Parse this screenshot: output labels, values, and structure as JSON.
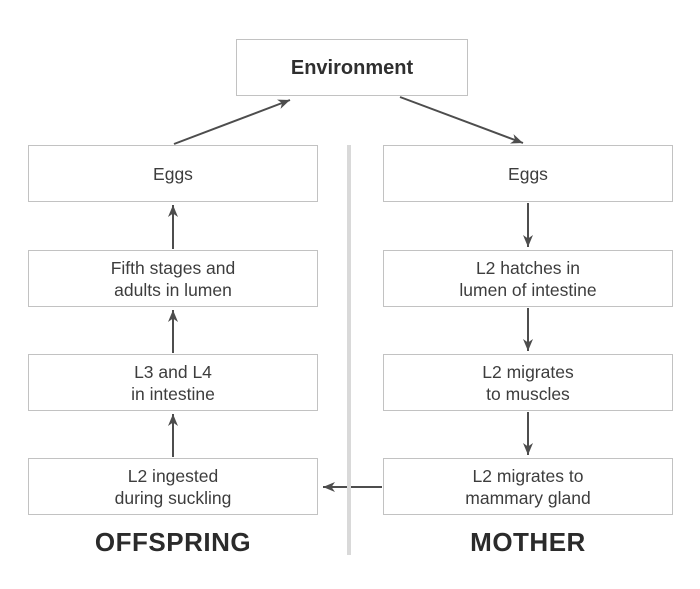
{
  "colors": {
    "background": "#ffffff",
    "box_border": "#c2c2c2",
    "box_fill": "#ffffff",
    "box_text": "#3d3d3d",
    "arrow": "#4d4d4d",
    "divider": "#d9d9d9",
    "heading_text": "#2b2b2b"
  },
  "environment_box": {
    "label": "Environment"
  },
  "offspring": {
    "heading": "OFFSPRING",
    "boxes": [
      {
        "id": "eggs",
        "label": "Eggs"
      },
      {
        "id": "fifth-stages",
        "label": "Fifth stages and\nadults in lumen"
      },
      {
        "id": "l3-l4",
        "label": "L3 and L4\nin intestine"
      },
      {
        "id": "l2-ingested",
        "label": "L2 ingested\nduring suckling"
      }
    ]
  },
  "mother": {
    "heading": "MOTHER",
    "boxes": [
      {
        "id": "eggs",
        "label": "Eggs"
      },
      {
        "id": "l2-hatches",
        "label": "L2 hatches in\nlumen of intestine"
      },
      {
        "id": "l2-muscles",
        "label": "L2 migrates\nto muscles"
      },
      {
        "id": "l2-mammary",
        "label": "L2 migrates to\nmammary gland"
      }
    ]
  },
  "edges": [
    {
      "from": "offspring-eggs",
      "to": "environment"
    },
    {
      "from": "environment",
      "to": "mother-eggs"
    },
    {
      "from": "mother-eggs",
      "to": "l2-hatches"
    },
    {
      "from": "l2-hatches",
      "to": "l2-muscles"
    },
    {
      "from": "l2-muscles",
      "to": "l2-mammary"
    },
    {
      "from": "l2-mammary",
      "to": "l2-ingested"
    },
    {
      "from": "l2-ingested",
      "to": "l3-l4"
    },
    {
      "from": "l3-l4",
      "to": "fifth-stages"
    },
    {
      "from": "fifth-stages",
      "to": "offspring-eggs"
    }
  ]
}
